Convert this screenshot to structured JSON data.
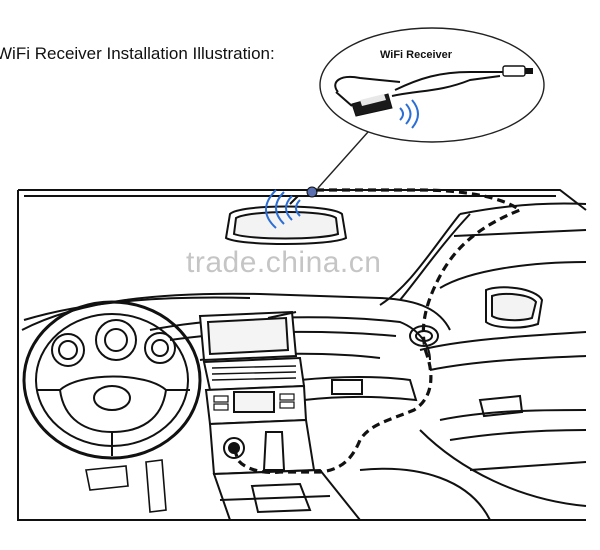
{
  "title": "WiFi Receiver Installation Illustration:",
  "callout_label": "WiFi Receiver",
  "watermark": "trade.china.cn",
  "colors": {
    "line": "#111111",
    "watermark": "#969696",
    "wire_signal": "#2b6fd6",
    "background": "#ffffff"
  },
  "icons": [
    "wifi-receiver-device",
    "wifi-signal-waves",
    "dashed-cable-route",
    "car-interior"
  ]
}
